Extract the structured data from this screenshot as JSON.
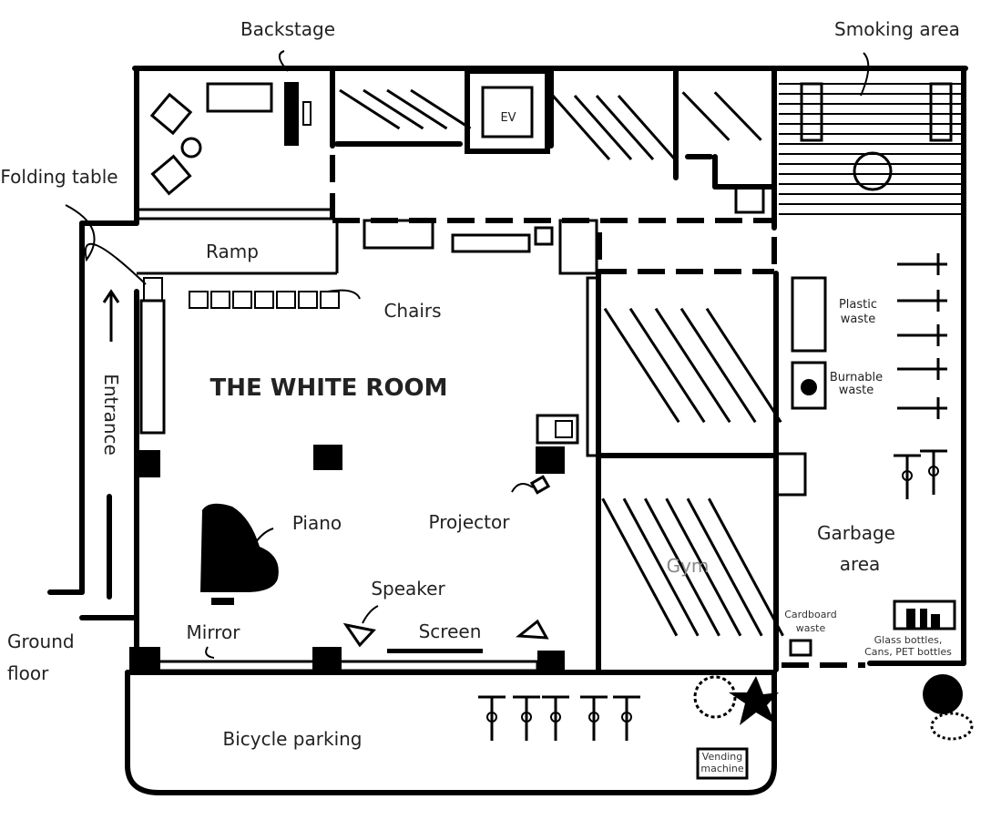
{
  "floor": [
    "Ground",
    "floor"
  ],
  "title": "THE WHITE ROOM",
  "labels": {
    "backstage": "Backstage",
    "smoking_area": "Smoking area",
    "folding_table": "Folding table",
    "ramp": "Ramp",
    "chairs": "Chairs",
    "entrance": "Entrance",
    "piano": "Piano",
    "projector": "Projector",
    "speaker": "Speaker",
    "mirror": "Mirror",
    "screen": "Screen",
    "gym": "Gym",
    "garbage_area": [
      "Garbage",
      "area"
    ],
    "plastic_waste": [
      "Plastic",
      "waste"
    ],
    "burnable_waste": [
      "Burnable",
      "waste"
    ],
    "cardboard_waste": [
      "Cardboard",
      "waste"
    ],
    "glass_bottles": [
      "Glass bottles,",
      "Cans, PET bottles"
    ],
    "bicycle_parking": "Bicycle parking",
    "vending_machine": [
      "Vending",
      "machine"
    ],
    "ev": "EV"
  },
  "colors": {
    "ink": "#000000",
    "gym_label": "#888888"
  }
}
